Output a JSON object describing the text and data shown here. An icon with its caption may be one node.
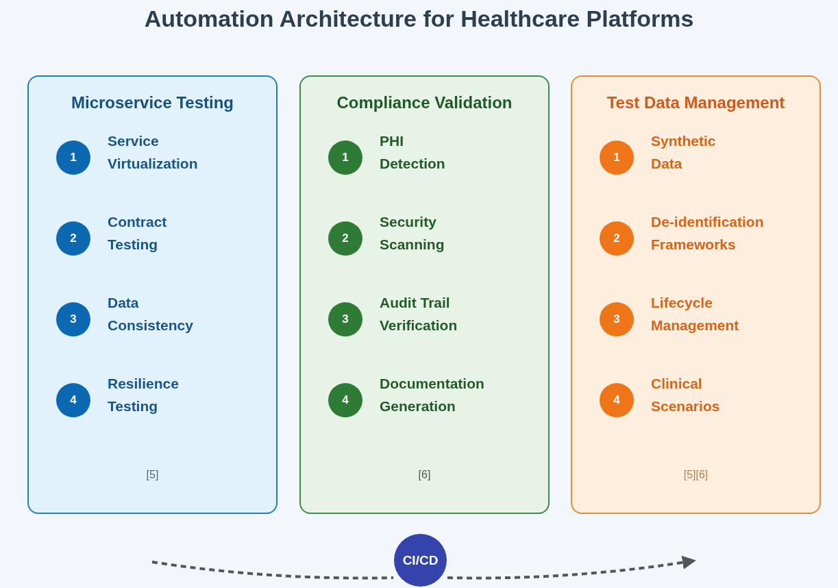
{
  "diagram": {
    "title": "Automation Architecture for Healthcare Platforms",
    "nodes": [
      {
        "text": [
          "Microservice Testing",
          "[5]"
        ]
      },
      {
        "text": [
          "1"
        ],
        "beside": [
          "Service Virtualization"
        ],
        "in": 0
      },
      {
        "text": [
          "2"
        ],
        "beside": [
          "Contract Testing"
        ],
        "in": 0
      },
      {
        "text": [
          "3"
        ],
        "beside": [
          "Data Consistency"
        ],
        "in": 0
      },
      {
        "text": [
          "4"
        ],
        "beside": [
          "Resilience Testing"
        ],
        "in": 0
      },
      {
        "text": [
          "Compliance Validation",
          "[6]"
        ]
      },
      {
        "text": [
          "1"
        ],
        "beside": [
          "PHI Detection"
        ],
        "in": 5
      },
      {
        "text": [
          "2"
        ],
        "beside": [
          "Security Scanning"
        ],
        "in": 5
      },
      {
        "text": [
          "3"
        ],
        "beside": [
          "Audit Trail Verification"
        ],
        "in": 5
      },
      {
        "text": [
          "4"
        ],
        "beside": [
          "Documentation Generation"
        ],
        "in": 5
      },
      {
        "text": [
          "Test Data Management",
          "[5][6]"
        ]
      },
      {
        "text": [
          "1"
        ],
        "beside": [
          "Synthetic Data"
        ],
        "in": 10
      },
      {
        "text": [
          "2"
        ],
        "beside": [
          "De-identification Frameworks"
        ],
        "in": 10
      },
      {
        "text": [
          "3"
        ],
        "beside": [
          "Lifecycle Management"
        ],
        "in": 10
      },
      {
        "text": [
          "4"
        ],
        "beside": [
          "Clinical Scenarios"
        ],
        "in": 10
      },
      {
        "text": [
          "CI/CD"
        ]
      }
    ],
    "edges": [
      {
        "from": null,
        "to": 15,
        "arrow": "none",
        "style": "dashed"
      },
      {
        "from": 15,
        "to": null,
        "arrow": "to",
        "style": "dashed"
      }
    ]
  }
}
